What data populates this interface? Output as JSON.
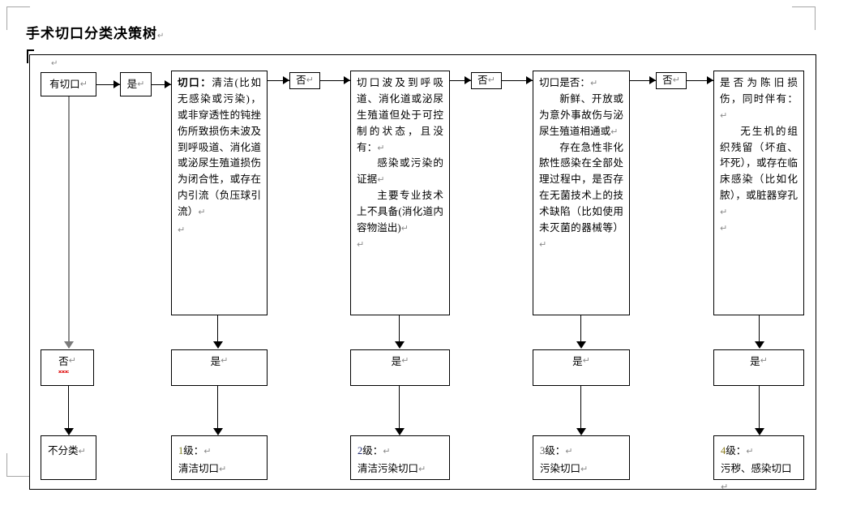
{
  "document": {
    "title": "手术切口分类决策树",
    "pilcrow": "↵"
  },
  "flow": {
    "start": {
      "label": "有切口"
    },
    "yes_connector_label": "是",
    "no_connector_label": "否",
    "branch_no_label": "否",
    "branch_yes_label": "是",
    "questions": [
      {
        "id": "q1",
        "bold_prefix": "切口：",
        "body": "清洁(比如无感染或污染)，或非穿透性的钝挫伤所致损伤未波及到呼吸道、消化道或泌尿生殖道损伤为闭合性，或存在内引流（负压球引流）"
      },
      {
        "id": "q2",
        "lead": "切口波及到呼吸道、消化道或泌尿生殖道但处于可控制的状态，且没有：",
        "bullets": [
          "感染或污染的证据",
          "主要专业技术上不具备(消化道内容物溢出)"
        ]
      },
      {
        "id": "q3",
        "lead": "切口是否：",
        "bullets": [
          "新鲜、开放或为意外事故伤与泌尿生殖道相通或",
          "存在急性非化脓性感染在全部处理过程中，是否存在无菌技术上的技术缺陷（比如使用未灭菌的器械等）"
        ]
      },
      {
        "id": "q4",
        "lead": "是否为陈旧损伤，同时伴有：",
        "bullets": [
          "无生机的组织残留（坏疽、坏死），或存在临床感染（比如化脓），或脏器穿孔"
        ]
      }
    ],
    "results": [
      {
        "id": "r0",
        "number": "",
        "line1": "不分类",
        "line2": ""
      },
      {
        "id": "r1",
        "number": "1",
        "line1": "级：",
        "line2": "清洁切口"
      },
      {
        "id": "r2",
        "number": "2",
        "line1": "级：",
        "line2": "清洁污染切口"
      },
      {
        "id": "r3",
        "number": "3",
        "line1": "级：",
        "line2": "污染切口"
      },
      {
        "id": "r4",
        "number": "4",
        "line1": "级：",
        "line2": "污秽、感染切口"
      }
    ]
  },
  "colors": {
    "border": "#000000",
    "grade1": "#7f7f26",
    "grade2": "#1f2a6e",
    "grade3": "#595959",
    "grade4": "#8a7b1f",
    "spellcheck": "#e01b1b",
    "pilcrow": "#8a8a8a",
    "margin_mark": "#a6a6a6"
  }
}
